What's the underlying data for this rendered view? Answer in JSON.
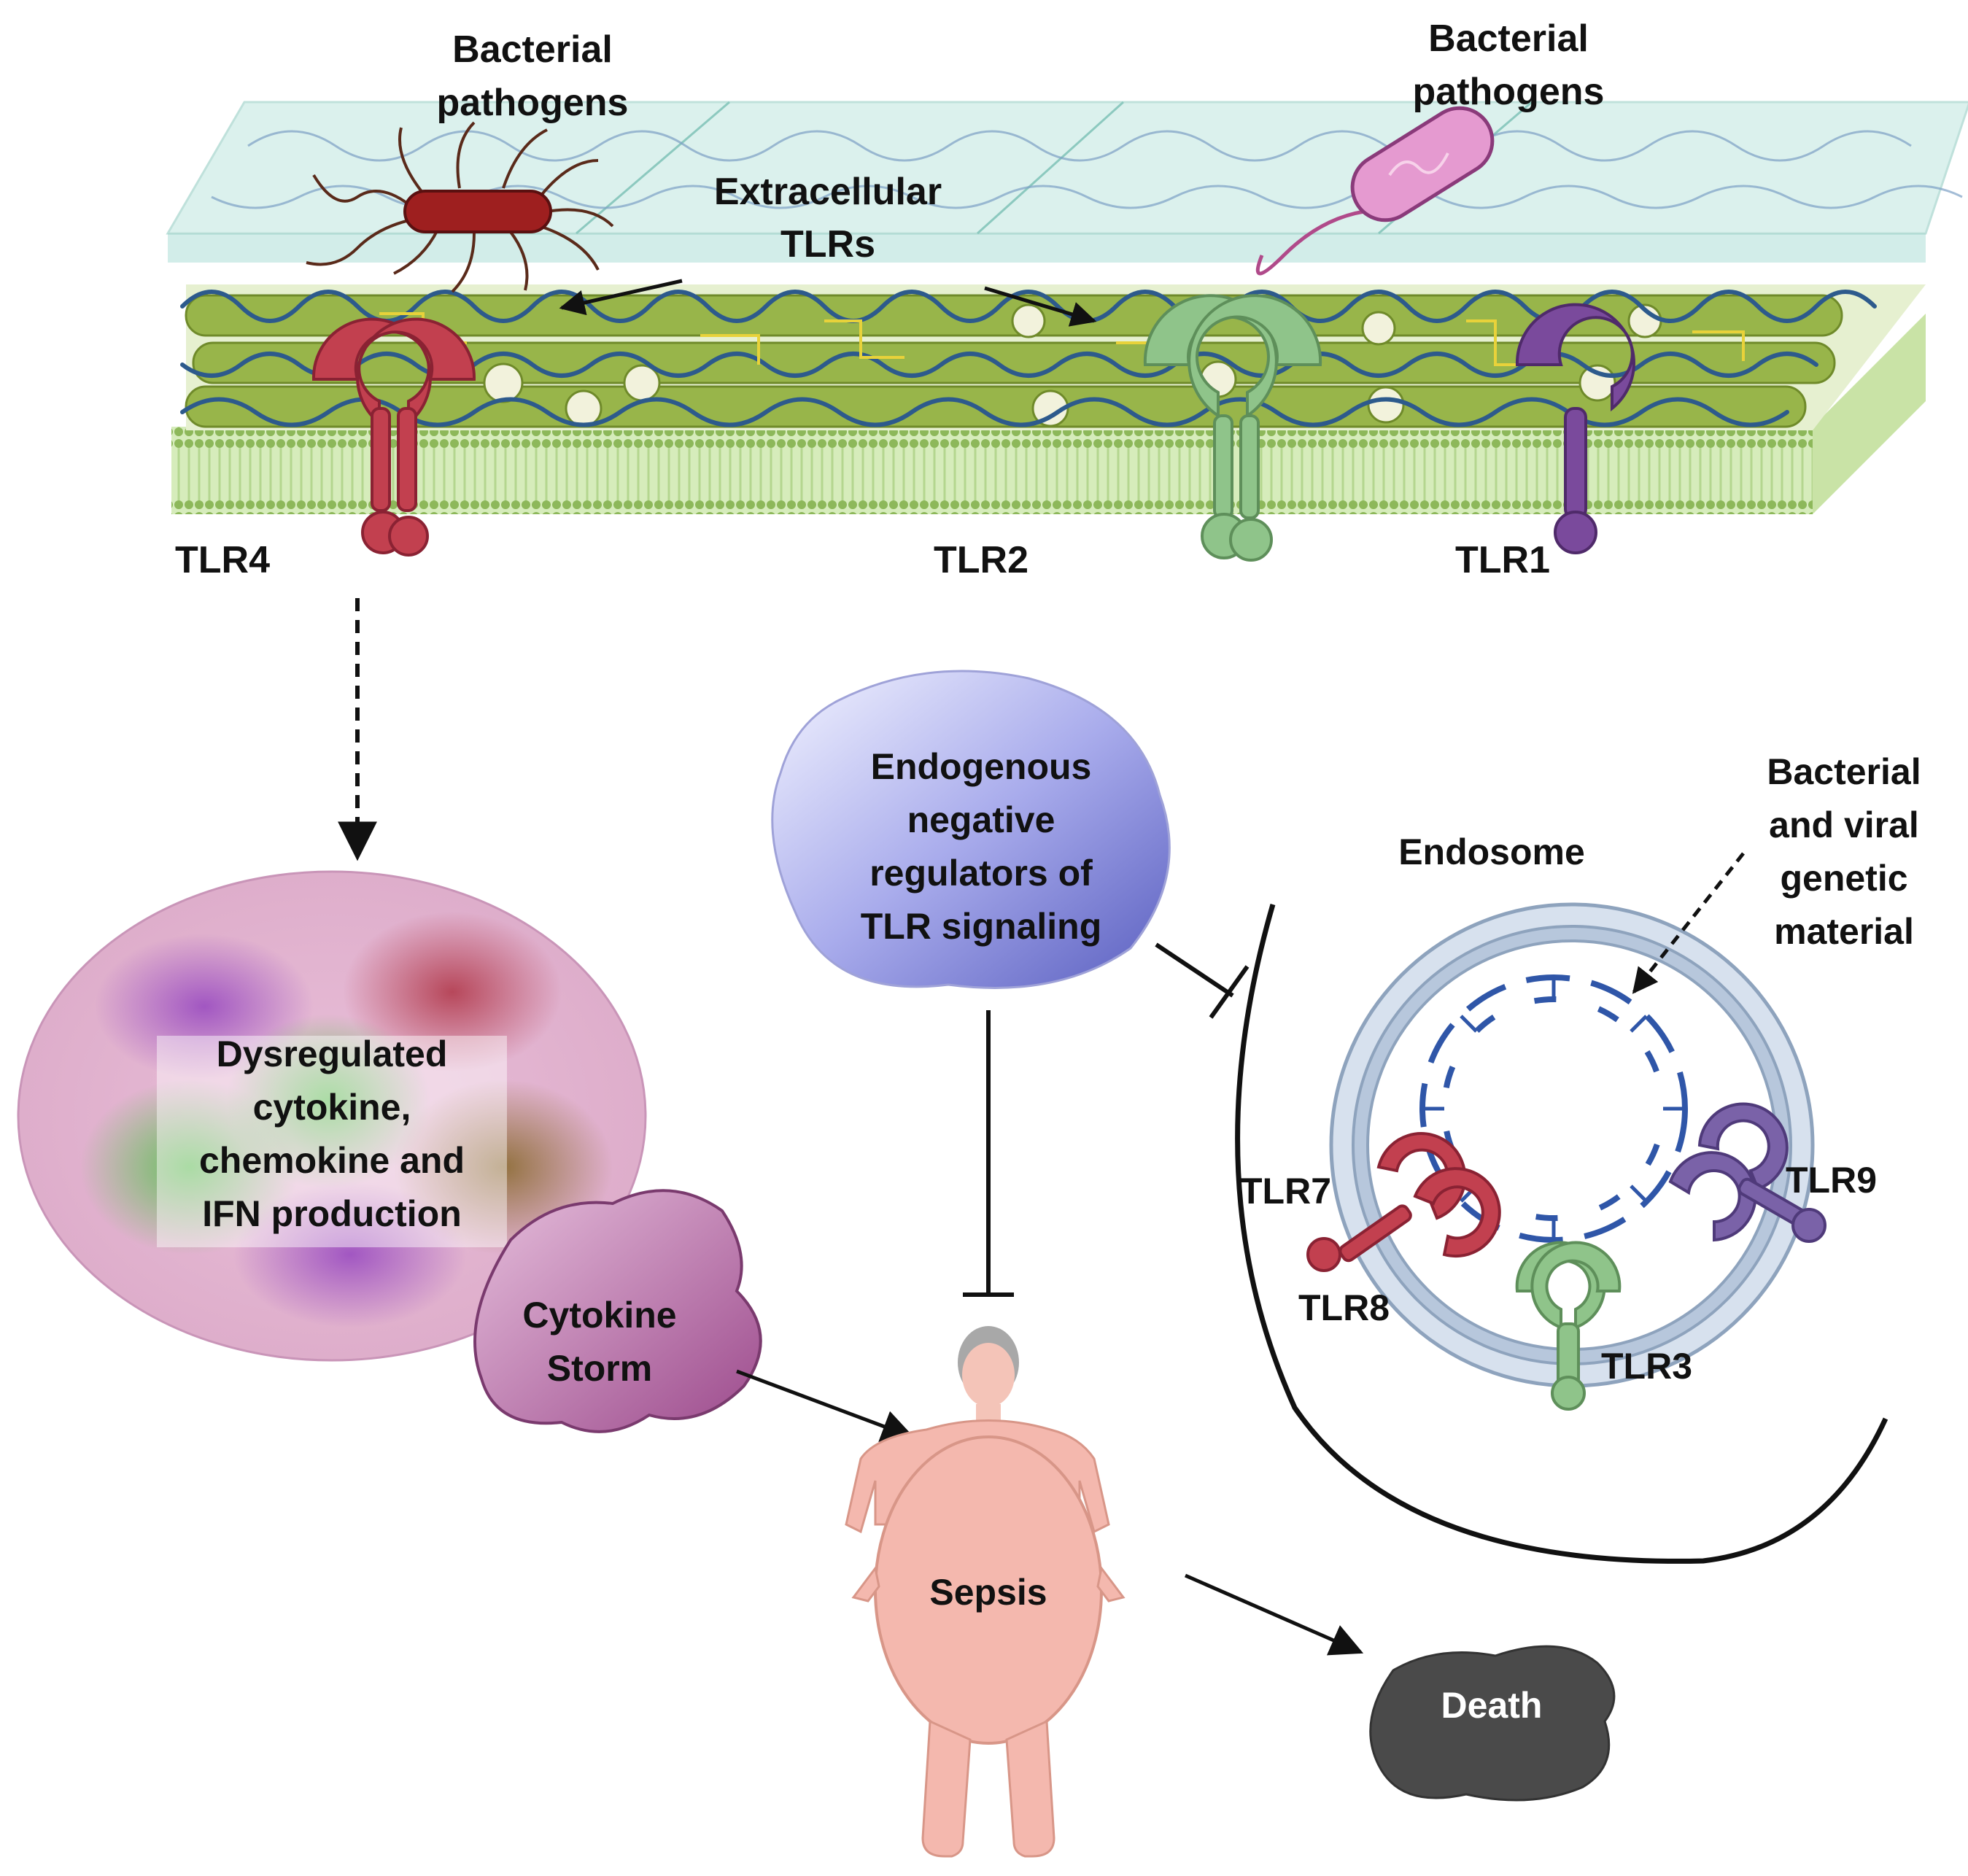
{
  "labels": {
    "bacteria_left": [
      "Bacterial",
      "pathogens"
    ],
    "bacteria_right": [
      "Bacterial",
      "pathogens"
    ],
    "extracellular": [
      "Extracellular",
      "TLRs"
    ],
    "tlr4": "TLR4",
    "tlr2": "TLR2",
    "tlr1": "TLR1",
    "dysregulated": [
      "Dysregulated",
      "cytokine,",
      "chemokine and",
      "IFN production"
    ],
    "cytokine_storm": [
      "Cytokine",
      "Storm"
    ],
    "regulators": [
      "Endogenous",
      "negative",
      "regulators of",
      "TLR signaling"
    ],
    "endosome": "Endosome",
    "genetic_material": [
      "Bacterial",
      "and viral",
      "genetic",
      "material"
    ],
    "tlr7": "TLR7",
    "tlr8": "TLR8",
    "tlr9": "TLR9",
    "tlr3": "TLR3",
    "sepsis": "Sepsis",
    "death": "Death"
  },
  "colors": {
    "tlr4": "#c2404f",
    "tlr2": "#7fb77c",
    "tlr1": "#7a4a9c",
    "tlr7_8": "#c2404f",
    "tlr9": "#7a62a8",
    "tlr3": "#8fc48a",
    "membrane": "#b6d98e",
    "matrix_fibers": "#8ea640",
    "ecm_glass": "#bfe6df",
    "endosome": "#a9bcd4",
    "dna": "#2f56a8",
    "death": "#4a4a4a",
    "sepsis_body": "#f4b8ae",
    "storm": "#b0689e",
    "regulator": "#6f74c9"
  }
}
